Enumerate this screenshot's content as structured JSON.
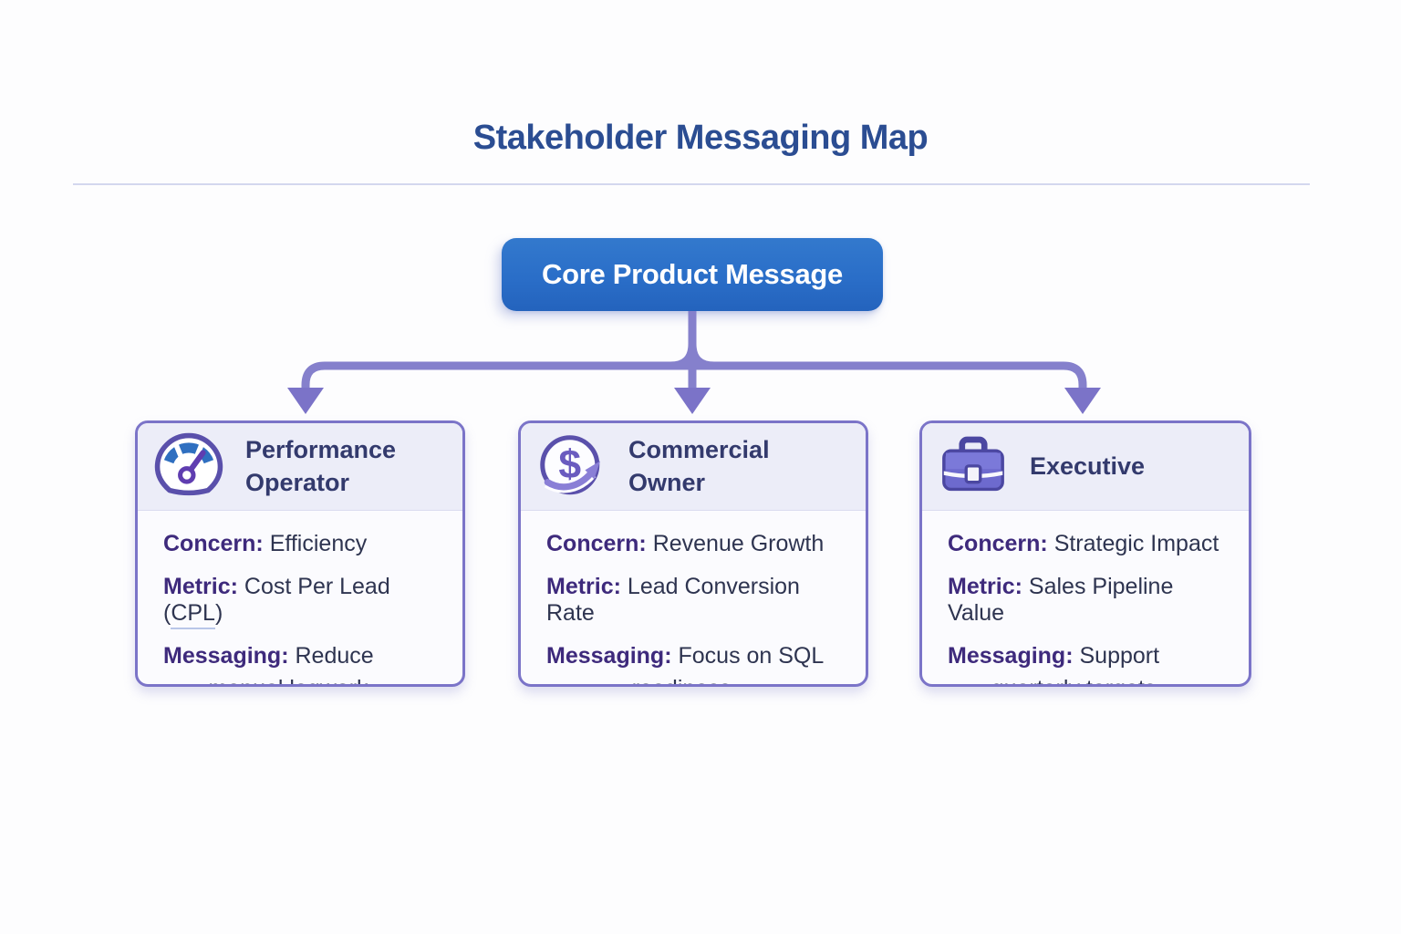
{
  "page": {
    "title": "Stakeholder Messaging Map"
  },
  "root_node": {
    "label": "Core Product Message"
  },
  "cards": [
    {
      "icon": "gauge-icon",
      "title": "Performance Operator",
      "concern_label": "Concern:",
      "concern_value": "Efficiency",
      "metric_label": "Metric:",
      "metric_value_pre": "Cost Per Lead (",
      "metric_value_underlined": "CPL",
      "metric_value_post": ")",
      "messaging_label": "Messaging:",
      "messaging_value_line1": "Reduce",
      "messaging_value_line2": "manual legwork"
    },
    {
      "icon": "dollar-growth-icon",
      "title": "Commercial Owner",
      "concern_label": "Concern:",
      "concern_value": "Revenue Growth",
      "metric_label": "Metric:",
      "metric_value": "Lead Conversion Rate",
      "messaging_label": "Messaging:",
      "messaging_value_line1": "Focus on SQL",
      "messaging_value_line2": "readiness"
    },
    {
      "icon": "briefcase-icon",
      "title": "Executive",
      "concern_label": "Concern:",
      "concern_value": "Strategic Impact",
      "metric_label": "Metric:",
      "metric_value": "Sales Pipeline Value",
      "messaging_label": "Messaging:",
      "messaging_value_line1": "Support",
      "messaging_value_line2": "quarterly targets"
    }
  ],
  "colors": {
    "title_text": "#2b4d92",
    "root_node_blue": "#2a6ec8",
    "connector_purple": "#8580cc",
    "arrowhead_purple": "#7b73c8",
    "card_border": "#7b74c8",
    "card_header_bg": "#ecedf8",
    "card_body_bg": "#fbfbfe",
    "label_purple": "#3e2a7c",
    "value_slate": "#2e3450"
  }
}
